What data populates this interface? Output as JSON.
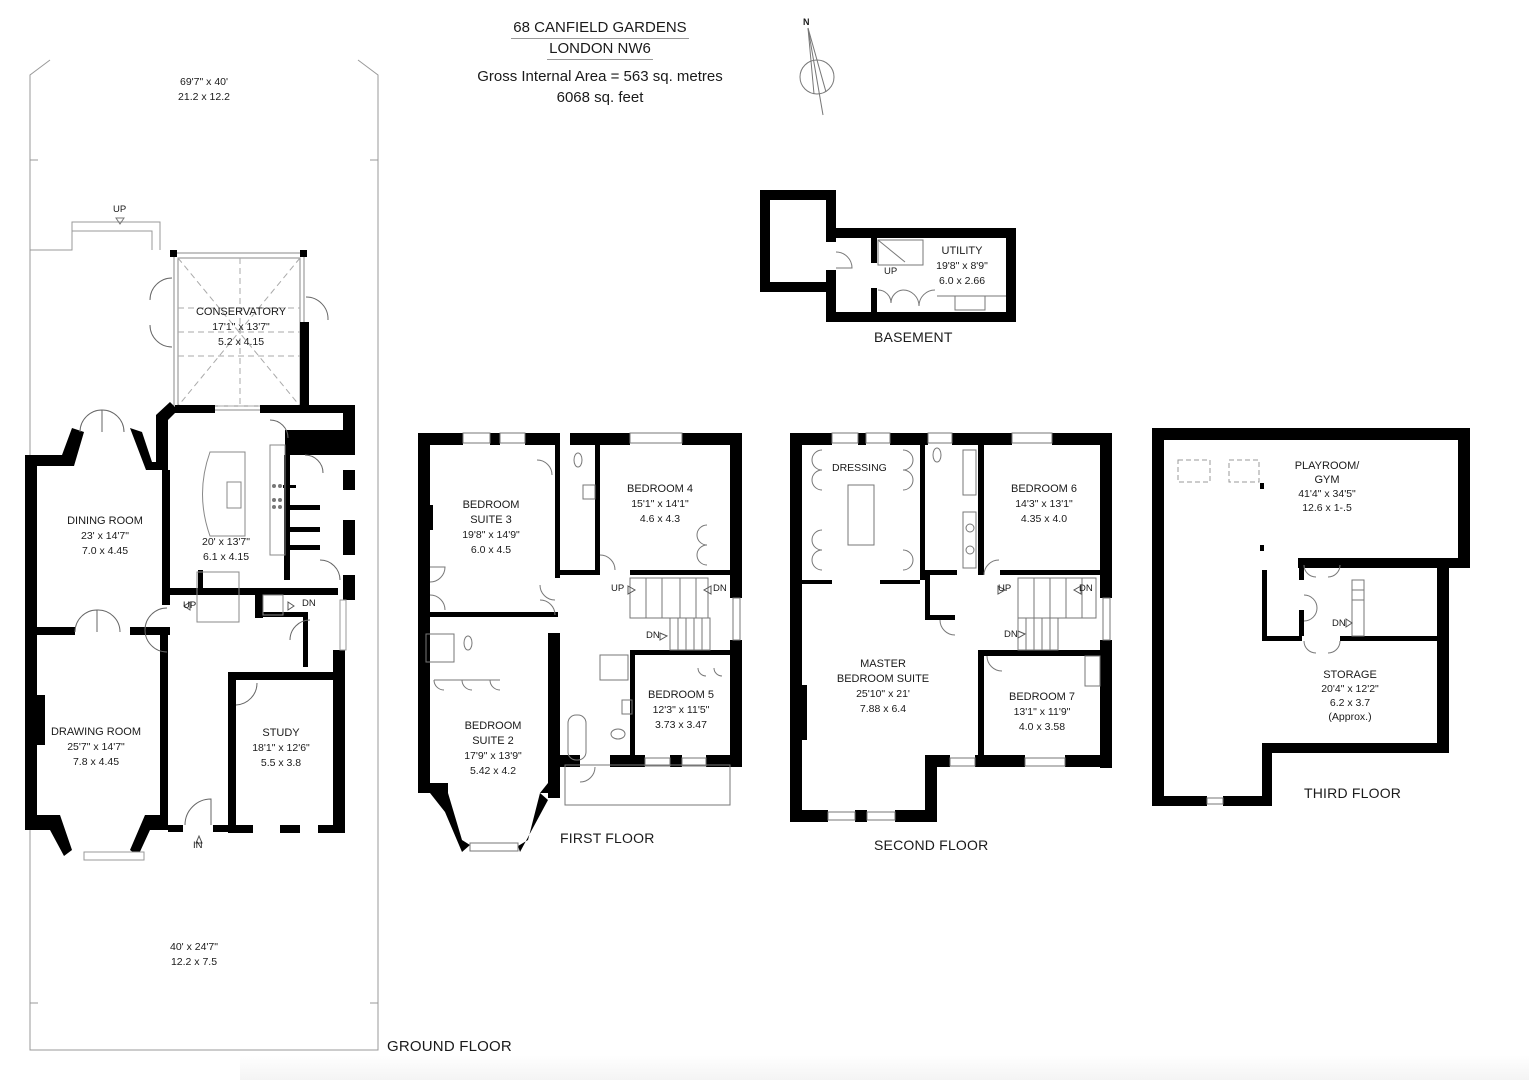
{
  "header": {
    "address_line1": "68 CANFIELD GARDENS",
    "address_line2": "LONDON NW6",
    "gross_area_metric": "Gross Internal Area = 563 sq. metres",
    "gross_area_imperial": "6068 sq. feet"
  },
  "compass": {
    "label": "N",
    "icon": "north-arrow-icon"
  },
  "floors": {
    "ground": {
      "label": "GROUND FLOOR",
      "rear_garden": {
        "imperial": "69'7\" x 40'",
        "metric": "21.2 x 12.2"
      },
      "front_garden": {
        "imperial": "40' x 24'7\"",
        "metric": "12.2 x 7.5"
      },
      "garden_steps": "UP",
      "entrance": "IN",
      "stairs_up": "UP",
      "stairs_down": "DN",
      "rooms": [
        {
          "name": "CONSERVATORY",
          "imperial": "17'1\" x 13'7\"",
          "metric": "5.2 x 4.15"
        },
        {
          "name": "DINING ROOM",
          "imperial": "23' x 14'7\"",
          "metric": "7.0 x 4.45"
        },
        {
          "name": "",
          "imperial": "20' x 13'7\"",
          "metric": "6.1 x 4.15"
        },
        {
          "name": "DRAWING ROOM",
          "imperial": "25'7\" x 14'7\"",
          "metric": "7.8 x 4.45"
        },
        {
          "name": "STUDY",
          "imperial": "18'1\" x 12'6\"",
          "metric": "5.5 x 3.8"
        }
      ]
    },
    "basement": {
      "label": "BASEMENT",
      "stairs_up": "UP",
      "rooms": [
        {
          "name": "UTILITY",
          "imperial": "19'8\" x 8'9\"",
          "metric": "6.0 x 2.66"
        }
      ]
    },
    "first": {
      "label": "FIRST FLOOR",
      "stairs_up": "UP",
      "stairs_down": "DN",
      "stairs_down_2": "DN",
      "rooms": [
        {
          "name": "BEDROOM",
          "name2": "SUITE 3",
          "imperial": "19'8\" x 14'9\"",
          "metric": "6.0 x 4.5"
        },
        {
          "name": "BEDROOM 4",
          "imperial": "15'1\" x 14'1\"",
          "metric": "4.6 x 4.3"
        },
        {
          "name": "BEDROOM",
          "name2": "SUITE 2",
          "imperial": "17'9\" x 13'9\"",
          "metric": "5.42 x 4.2"
        },
        {
          "name": "BEDROOM 5",
          "imperial": "12'3\" x 11'5\"",
          "metric": "3.73 x 3.47"
        }
      ]
    },
    "second": {
      "label": "SECOND FLOOR",
      "stairs_up": "UP",
      "stairs_down": "DN",
      "stairs_down_2": "DN",
      "rooms": [
        {
          "name": "DRESSING"
        },
        {
          "name": "BEDROOM 6",
          "imperial": "14'3\" x 13'1\"",
          "metric": "4.35 x 4.0"
        },
        {
          "name": "MASTER",
          "name2": "BEDROOM SUITE",
          "imperial": "25'10\" x 21'",
          "metric": "7.88 x 6.4"
        },
        {
          "name": "BEDROOM 7",
          "imperial": "13'1\" x 11'9\"",
          "metric": "4.0 x 3.58"
        }
      ]
    },
    "third": {
      "label": "THIRD FLOOR",
      "stairs_down": "DN",
      "rooms": [
        {
          "name": "PLAYROOM/",
          "name2": "GYM",
          "imperial": "41'4\" x 34'5\"",
          "metric": "12.6 x 1-.5"
        },
        {
          "name": "STORAGE",
          "imperial": "20'4\" x 12'2\"",
          "metric": "6.2 x 3.7",
          "note": "(Approx.)"
        }
      ]
    }
  }
}
